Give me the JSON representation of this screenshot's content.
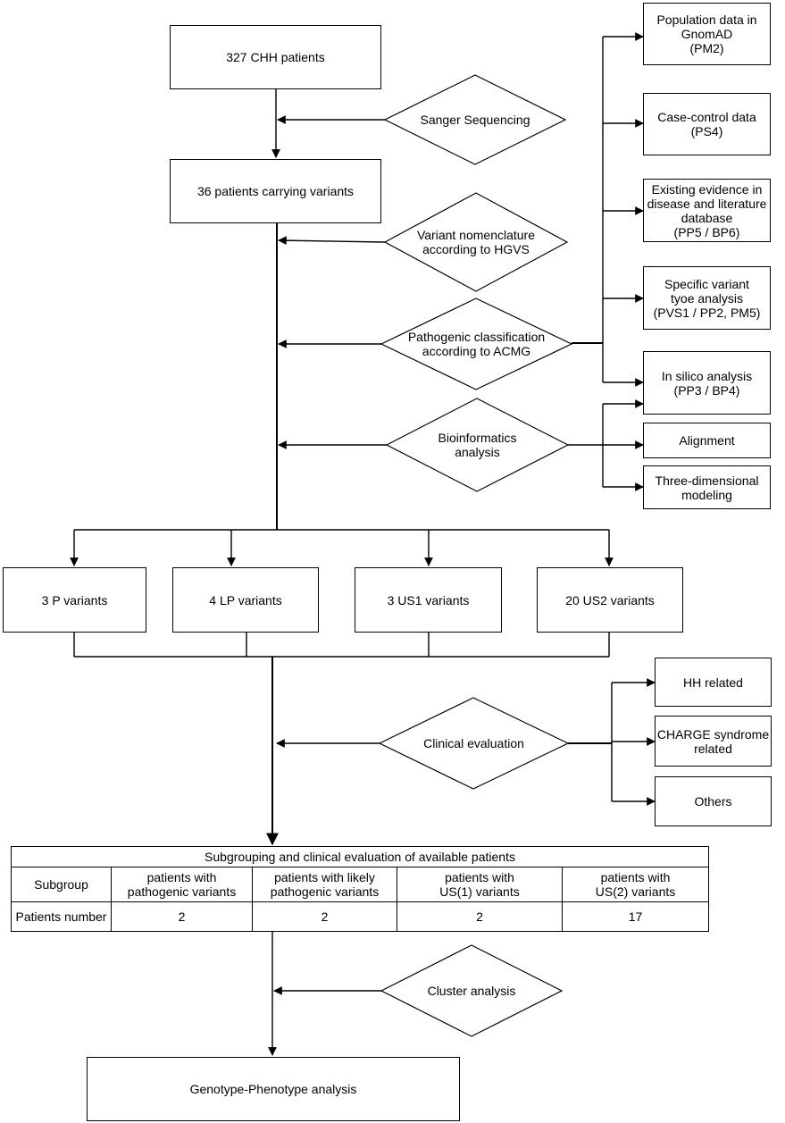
{
  "top_flow": {
    "patients_total": "327 CHH patients",
    "sanger": "Sanger Sequencing",
    "carriers": "36 patients carrying variants",
    "nomenclature": "Variant nomenclature\naccording to HGVS",
    "acmg": "Pathogenic classification\naccording to ACMG",
    "bioinformatics": "Bioinformatics\nanalysis"
  },
  "acmg_criteria": [
    "Population data in\nGnomAD\n(PM2)",
    "Case-control data\n(PS4)",
    "Existing evidence in\ndisease and literature\ndatabase\n(PP5 / BP6)",
    "Specific variant\ntyoe analysis\n(PVS1 / PP2, PM5)",
    "In silico analysis\n(PP3 / BP4)"
  ],
  "bioinformatics_outputs": [
    "Alignment",
    "Three-dimensional\nmodeling"
  ],
  "variant_classes": [
    "3 P variants",
    "4 LP variants",
    "3 US1 variants",
    "20 US2 variants"
  ],
  "clinical": {
    "evaluation": "Clinical evaluation",
    "outcomes": [
      "HH related",
      "CHARGE syndrome\nrelated",
      "Others"
    ]
  },
  "table": {
    "title": "Subgrouping and clinical evaluation of available patients",
    "row_header": [
      "Subgroup",
      "patients with\npathogenic variants",
      "patients with likely\npathogenic variants",
      "patients with\nUS(1) variants",
      "patients with\nUS(2) variants"
    ],
    "row_counts": [
      "Patients number",
      "2",
      "2",
      "2",
      "17"
    ]
  },
  "bottom_flow": {
    "cluster": "Cluster analysis",
    "genotype_phenotype": "Genotype-Phenotype analysis"
  }
}
